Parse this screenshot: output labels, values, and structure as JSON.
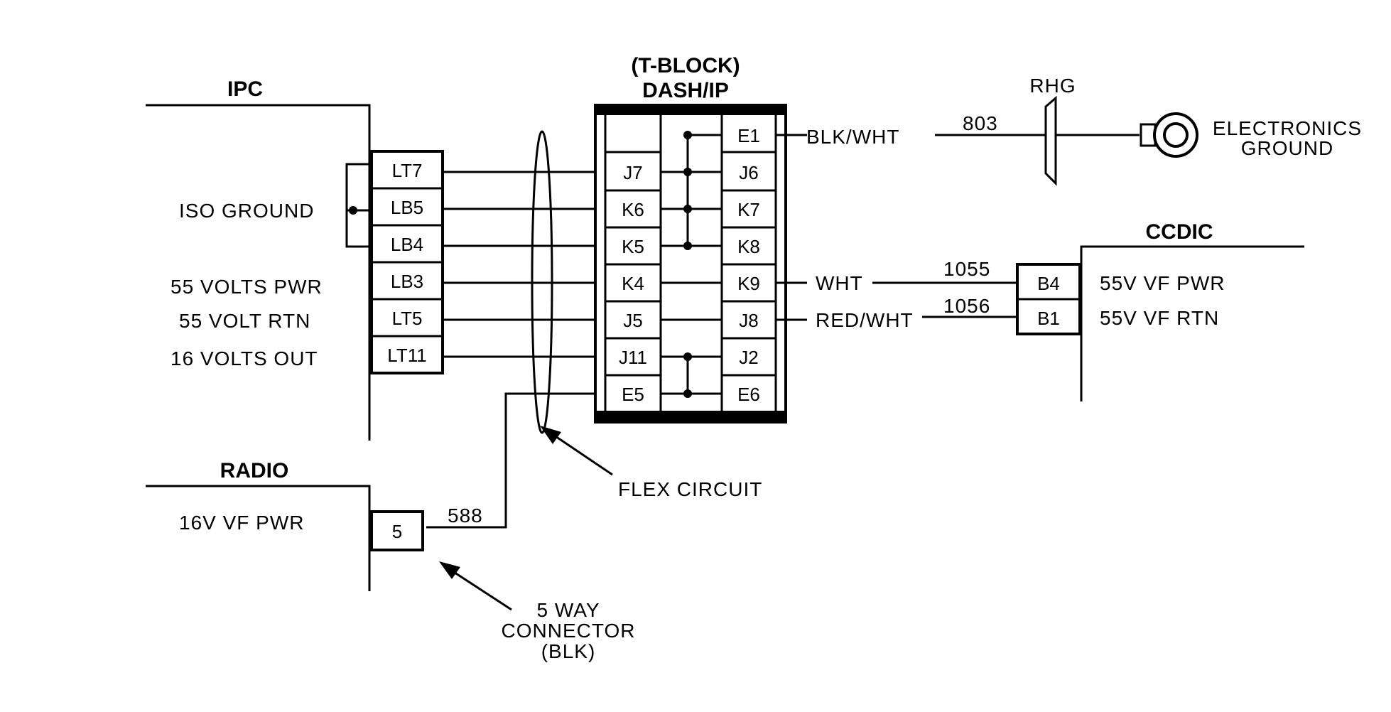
{
  "ipc": {
    "title": "IPC",
    "pins": [
      "LT7",
      "LB5",
      "LB4",
      "LB3",
      "LT5",
      "LT11"
    ],
    "iso_ground": "ISO GROUND",
    "labels": [
      "55 VOLTS PWR",
      "55 VOLT RTN",
      "16 VOLTS OUT"
    ]
  },
  "tblock": {
    "title_line1": "(T-BLOCK)",
    "title_line2": "DASH/IP",
    "left_pins": [
      "J7",
      "K6",
      "K5",
      "K4",
      "J5",
      "J11",
      "E5"
    ],
    "right_pins": [
      "E1",
      "J6",
      "K7",
      "K8",
      "K9",
      "J8",
      "J2",
      "E6"
    ]
  },
  "ground": {
    "wire_color": "BLK/WHT",
    "circuit": "803",
    "rhg": "RHG",
    "label_line1": "ELECTRONICS",
    "label_line2": "GROUND"
  },
  "ccdic": {
    "title": "CCDIC",
    "pins": [
      "B4",
      "B1"
    ],
    "labels": [
      "55V VF PWR",
      "55V VF RTN"
    ],
    "wire_colors": [
      "WHT",
      "RED/WHT"
    ],
    "circuits": [
      "1055",
      "1056"
    ]
  },
  "radio": {
    "title": "RADIO",
    "label": "16V VF PWR",
    "pin": "5",
    "circuit": "588"
  },
  "callouts": {
    "flex": "FLEX CIRCUIT",
    "conn_line1": "5 WAY",
    "conn_line2": "CONNECTOR",
    "conn_line3": "(BLK)"
  }
}
